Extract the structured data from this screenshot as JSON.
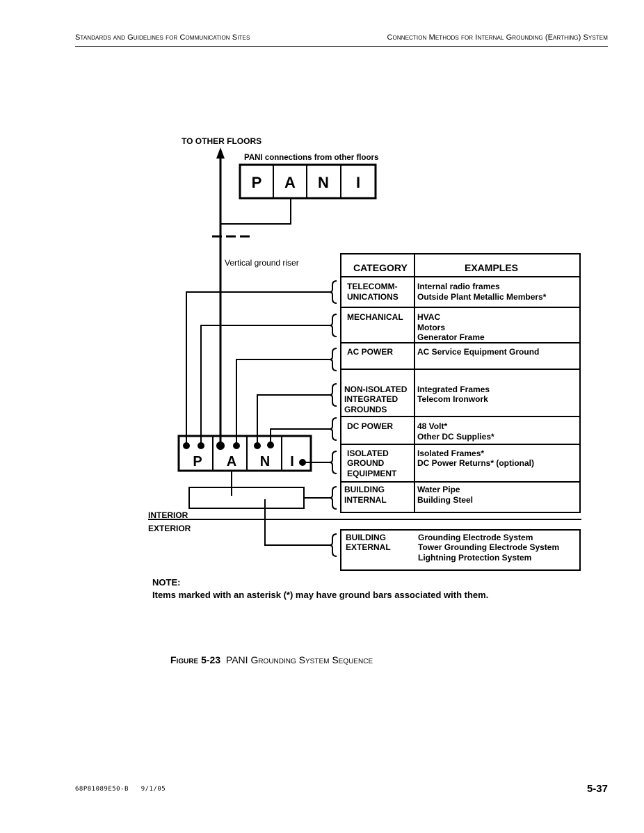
{
  "header": {
    "left": "Standards and Guidelines for Communication Sites",
    "right": "Connection Methods for Internal Grounding (Earthing) System"
  },
  "diagram": {
    "to_other_floors": "TO OTHER FLOORS",
    "pani_from_floors": "PANI connections from other floors",
    "pani_letters": [
      "P",
      "A",
      "N",
      "I"
    ],
    "riser_label": "Vertical ground riser",
    "interior": "INTERIOR",
    "exterior": "EXTERIOR",
    "table_header": {
      "category": "CATEGORY",
      "examples": "EXAMPLES"
    },
    "rows": [
      {
        "category": [
          "TELECOMM-",
          "UNICATIONS"
        ],
        "examples": [
          "Internal radio frames",
          "Outside Plant Metallic Members*"
        ]
      },
      {
        "category": [
          "MECHANICAL"
        ],
        "examples": [
          "HVAC",
          "Motors",
          "Generator Frame"
        ]
      },
      {
        "category": [
          "AC POWER"
        ],
        "examples": [
          "AC Service Equipment Ground"
        ]
      },
      {
        "category": [
          "NON-ISOLATED",
          "INTEGRATED",
          "GROUNDS"
        ],
        "examples": [
          "Integrated Frames",
          "Telecom Ironwork"
        ]
      },
      {
        "category": [
          "DC POWER"
        ],
        "examples": [
          "48 Volt*",
          "Other DC Supplies*"
        ]
      },
      {
        "category": [
          "ISOLATED",
          "GROUND",
          "EQUIPMENT"
        ],
        "examples": [
          "Isolated Frames*",
          "DC Power Returns* (optional)"
        ]
      },
      {
        "category": [
          "BUILDING",
          "INTERNAL"
        ],
        "examples": [
          "Water Pipe",
          "Building Steel"
        ]
      }
    ],
    "external_row": {
      "category": [
        "BUILDING",
        "EXTERNAL"
      ],
      "examples": [
        "Grounding Electrode System",
        "Tower Grounding Electrode System",
        "Lightning Protection System"
      ]
    }
  },
  "note": {
    "title": "NOTE:",
    "text": "Items marked with an asterisk (*) may have ground bars associated with them."
  },
  "caption": {
    "label": "Figure 5-23",
    "title": "PANI Grounding System Sequence"
  },
  "footer": {
    "doc_id": "68P81089E50-B   9/1/05",
    "page": "5-37"
  }
}
